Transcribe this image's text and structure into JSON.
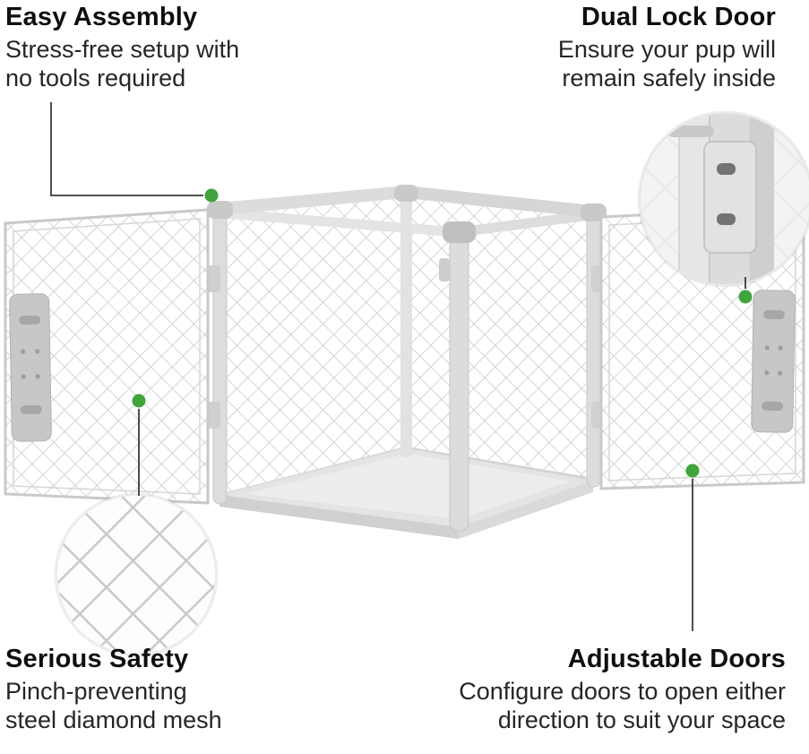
{
  "colors": {
    "accent_green": "#3fa43b",
    "callout_line": "#3a3a3a"
  },
  "callouts": {
    "easy_assembly": {
      "title": "Easy Assembly",
      "lines": [
        "Stress-free setup with",
        "no tools required"
      ]
    },
    "dual_lock_door": {
      "title": "Dual Lock Door",
      "lines": [
        "Ensure your pup will",
        "remain safely inside"
      ]
    },
    "serious_safety": {
      "title": "Serious Safety",
      "lines": [
        "Pinch-preventing",
        "steel diamond mesh"
      ]
    },
    "adjustable_doors": {
      "title": "Adjustable Doors",
      "lines": [
        "Configure doors to open either",
        "direction to suit your space"
      ]
    }
  }
}
